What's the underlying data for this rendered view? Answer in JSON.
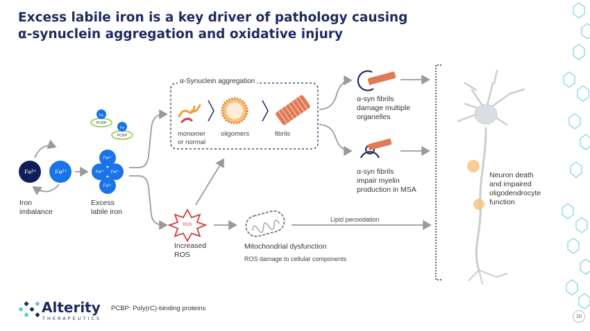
{
  "slide": {
    "title_line1": "Excess labile iron is a key driver of pathology causing",
    "title_line2": "α-synuclein aggregation and oxidative injury",
    "page_number": "10"
  },
  "iron": {
    "fe3": "Fe³⁺",
    "fe2": "Fe²⁺",
    "imbalance_line1": "Iron",
    "imbalance_line2": "imbalance",
    "pcbp_label": "PCBP",
    "pcbp_fe": "Fe",
    "labile_fe": "Fe²⁺",
    "labile_line1": "Excess",
    "labile_line2": "labile iron"
  },
  "aggregation": {
    "box_title": "α-Synuclein aggregation",
    "monomer_line1": "monomer",
    "monomer_line2": "or normal",
    "oligomers": "oligomers",
    "fibrils": "fibrils"
  },
  "outcomes": {
    "damage_line1": "α-syn fibrils",
    "damage_line2": "damage multiple",
    "damage_line3": "organelles",
    "myelin_line1": "α-syn fibrils",
    "myelin_line2": "impair myelin",
    "myelin_line3": "production in MSA"
  },
  "ros": {
    "icon_label": "ROS",
    "label_line1": "Increased",
    "label_line2": "ROS"
  },
  "mito": {
    "title": "Mitochondrial dysfunction",
    "subtitle": "ROS damage to cellular components",
    "arrow_label": "Lipid peroxidation"
  },
  "neuron": {
    "line1": "Neuron death",
    "line2": "and impaired",
    "line3": "oligodendrocyte",
    "line4": "function"
  },
  "footer": {
    "footnote": "PCBP: Poly(rC)-binding proteins",
    "brand": "Alterity",
    "brand_sub": "THERAPEUTICS"
  },
  "colors": {
    "navy": "#1f2a5c",
    "blue": "#1a73e8",
    "dark_navy": "#0f1f5c",
    "red": "#d23c3c",
    "fibril": "#e07a55",
    "arrow": "#9a9a9a",
    "teal": "#5bc8d6",
    "pcbp_green": "#8dc63f"
  }
}
